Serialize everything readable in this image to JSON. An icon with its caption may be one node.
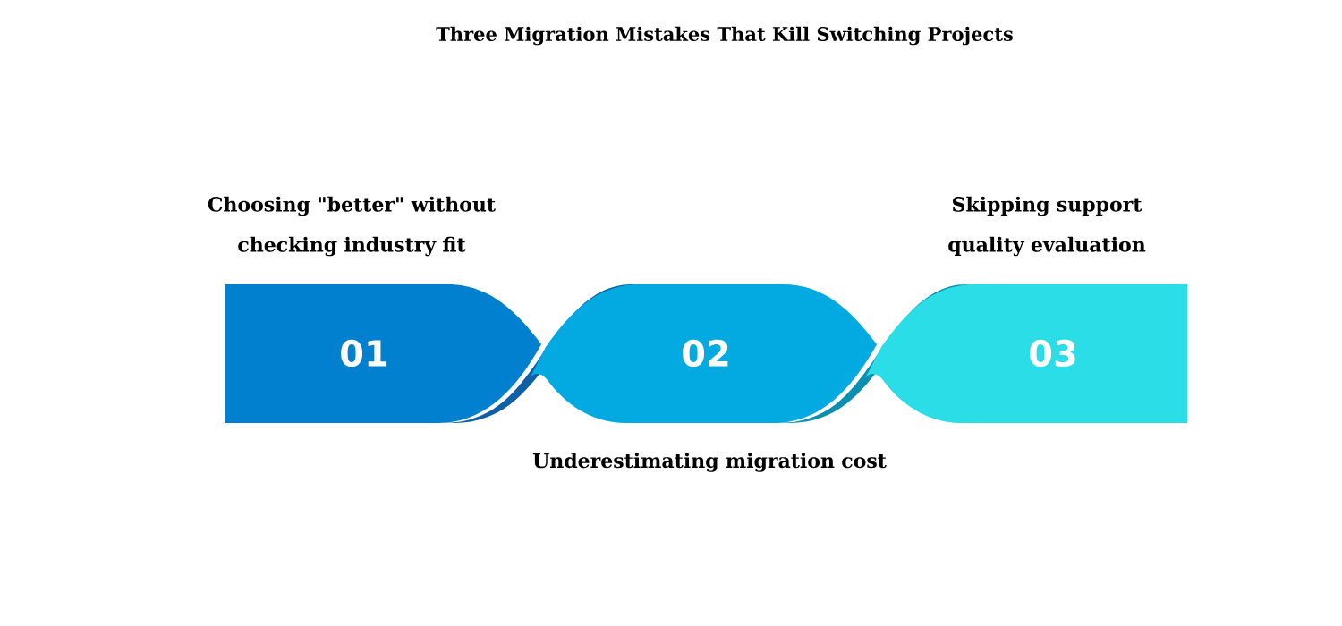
{
  "diagram": {
    "title": "Three Migration Mistakes That Kill Switching Projects",
    "nodes": [
      {
        "text": [
          "01"
        ],
        "beside": [
          "Choosing \"better\" without checking industry fit"
        ]
      },
      {
        "text": [
          "02"
        ],
        "beside": [
          "Underestimating migration cost"
        ]
      },
      {
        "text": [
          "03"
        ],
        "beside": [
          "Skipping support quality evaluation"
        ]
      }
    ]
  }
}
